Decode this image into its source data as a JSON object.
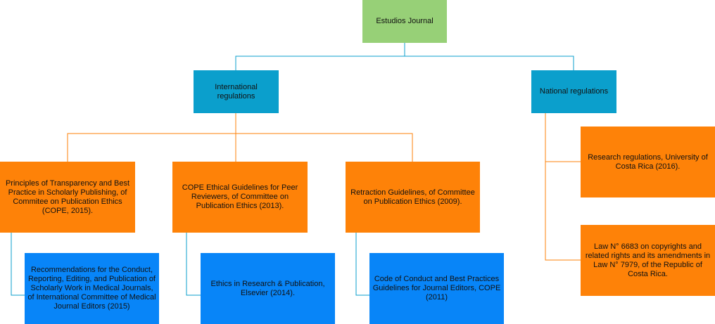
{
  "diagram": {
    "root": {
      "label": "Estudios Journal"
    },
    "international": {
      "label": "International regulations"
    },
    "national": {
      "label": "National regulations"
    },
    "cope_transparency": {
      "label": "Principles of Transparency and Best Practice in Scholarly Publishing, of Commitee on Publication Ethics (COPE, 2015)."
    },
    "cope_peer": {
      "label": "COPE Ethical Guidelines for Peer Reviewers, of Committee on Publication Ethics (2013)."
    },
    "retraction": {
      "label": "Retraction Guidelines, of Committee on Publication Ethics (2009)."
    },
    "icmje": {
      "label": "Recommendations for the Conduct, Reporting, Editing, and Publication of Scholarly Work in Medical Journals, of International Committee of Medical Journal Editors (2015)"
    },
    "elsevier": {
      "label": "Ethics in Research & Publication, Elsevier (2014)."
    },
    "cope_conduct": {
      "label": "Code of Conduct and Best Practices Guidelines for Journal Editors, COPE (2011)"
    },
    "ucr": {
      "label": "Research regulations, University of Costa Rica (2016)."
    },
    "law": {
      "label": "Law N° 6683 on copyrights and related rights and its amendments in Law N° 7979, of the Republic of Costa Rica."
    }
  },
  "colors": {
    "root": "#97d077",
    "level1": "#0b9fcc",
    "level2": "#fe8208",
    "level3": "#0885f8",
    "connector_top": "#0b9fcc",
    "connector_orange": "#fe8208"
  }
}
